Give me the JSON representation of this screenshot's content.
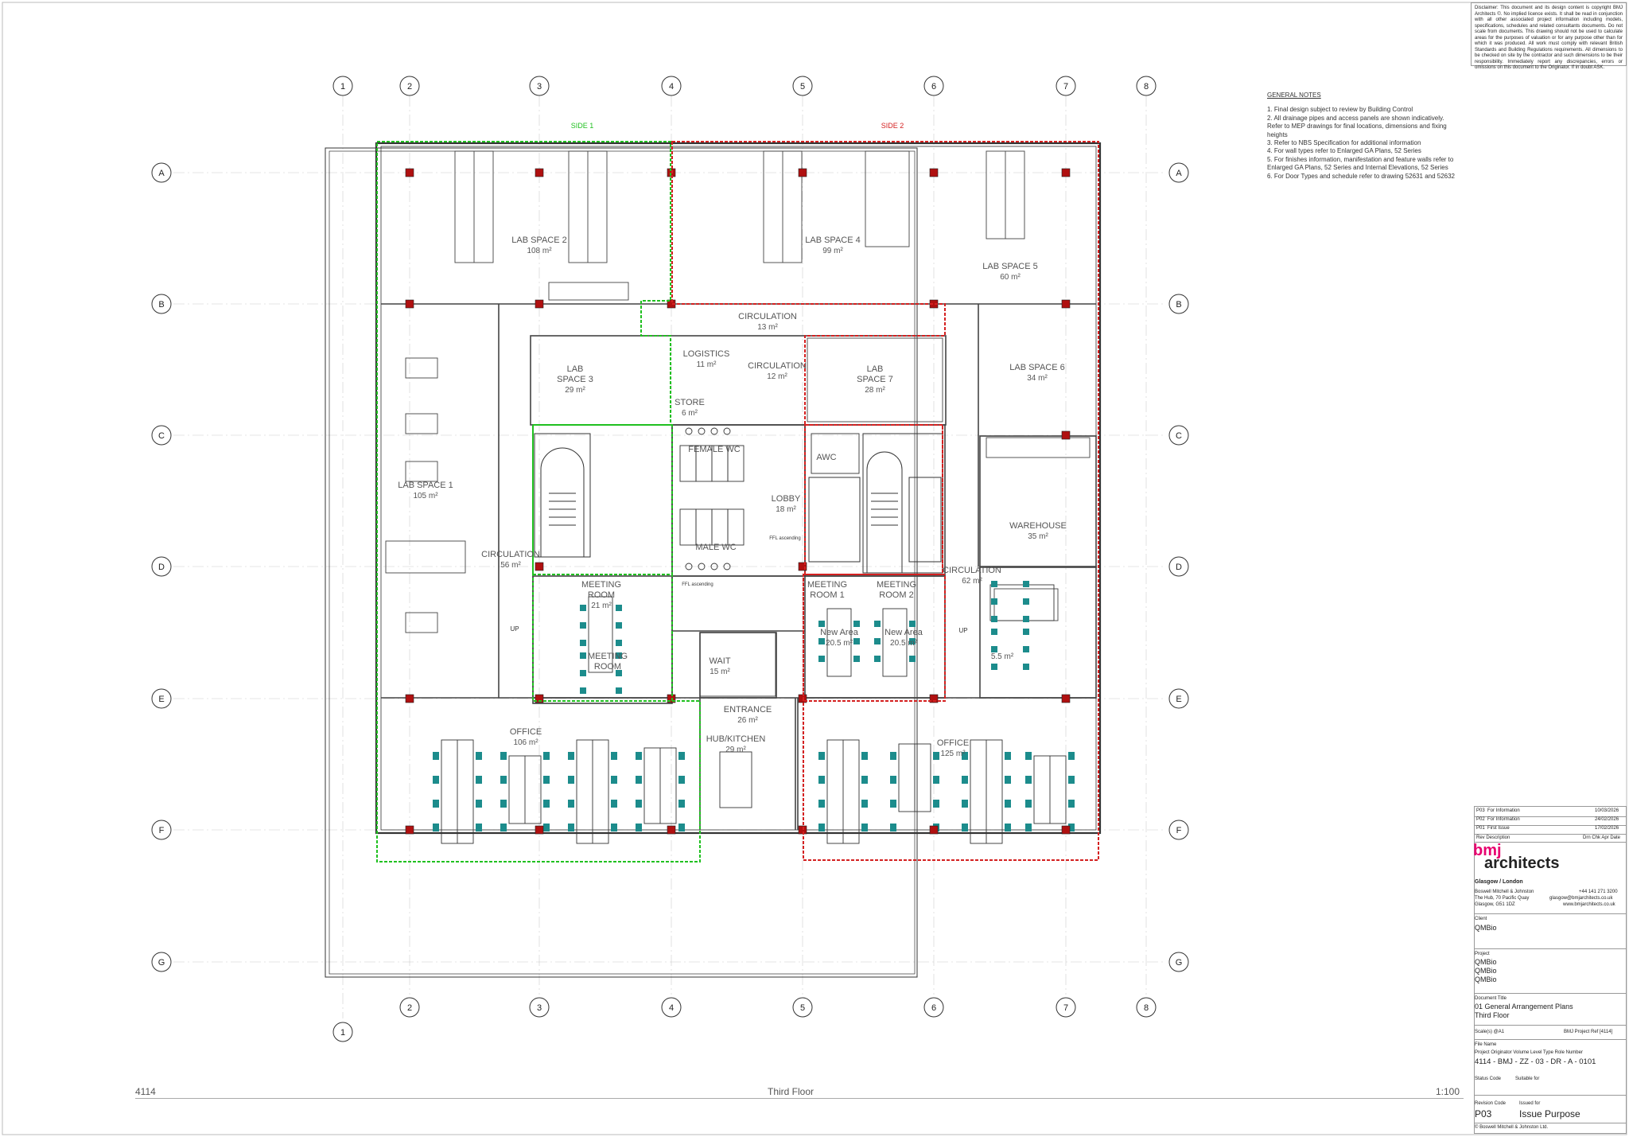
{
  "sheet": {
    "project_number": "4114",
    "drawing_title_footer": "Third Floor",
    "scale": "1:100"
  },
  "grid": {
    "columns": [
      "1",
      "2",
      "3",
      "4",
      "5",
      "6",
      "7",
      "8"
    ],
    "rows": [
      "A",
      "B",
      "C",
      "D",
      "E",
      "F",
      "G"
    ]
  },
  "zones": {
    "side1": "SIDE 1",
    "side2": "SIDE 2",
    "side1_color": "#20c020",
    "side2_color": "#d42020"
  },
  "rooms": [
    {
      "name": "LAB SPACE 2",
      "area": "108 m²"
    },
    {
      "name": "LAB SPACE 4",
      "area": "99 m²"
    },
    {
      "name": "LAB SPACE 5",
      "area": "60 m²"
    },
    {
      "name": "CIRCULATION",
      "area": "13 m²"
    },
    {
      "name": "LAB",
      "name2": "SPACE 3",
      "area": "29 m²"
    },
    {
      "name": "LOGISTICS",
      "area": "11 m²"
    },
    {
      "name": "CIRCULATION",
      "area": "12 m²"
    },
    {
      "name": "LAB",
      "name2": "SPACE 7",
      "area": "28 m²"
    },
    {
      "name": "LAB SPACE 6",
      "area": "34 m²"
    },
    {
      "name": "STORE",
      "area": "6 m²"
    },
    {
      "name": "LAB SPACE 1",
      "area": "105 m²"
    },
    {
      "name": "FEMALE WC",
      "area": ""
    },
    {
      "name": "AWC",
      "area": ""
    },
    {
      "name": "LOBBY",
      "area": "18 m²"
    },
    {
      "name": "WAREHOUSE",
      "area": "35 m²"
    },
    {
      "name": "MALE WC",
      "area": ""
    },
    {
      "name": "CIRCULATION",
      "area": "56 m²"
    },
    {
      "name": "CIRCULATION",
      "area": "62 m²"
    },
    {
      "name": "MEETING",
      "name2": "ROOM",
      "area": "21 m²"
    },
    {
      "name": "MEETING",
      "name2": "ROOM 1",
      "area": ""
    },
    {
      "name": "MEETING",
      "name2": "ROOM 2",
      "area": ""
    },
    {
      "name": "New Area",
      "area": "20.5 m²"
    },
    {
      "name": "New Area",
      "area": "20.5 m²"
    },
    {
      "name": "MEETING",
      "name2": "ROOM",
      "area": ""
    },
    {
      "name": "WAIT",
      "area": "15 m²"
    },
    {
      "name": "",
      "area": "5.5 m²"
    },
    {
      "name": "ENTRANCE",
      "area": "26 m²"
    },
    {
      "name": "HUB/KITCHEN",
      "area": "29 m²"
    },
    {
      "name": "OFFICE",
      "area": "106 m²"
    },
    {
      "name": "OFFICE",
      "area": "125 m²"
    }
  ],
  "annotations": {
    "up1": "UP",
    "up2": "UP",
    "ffl1": "FFL ascending",
    "ffl2": "FFL ascending"
  },
  "general_notes": {
    "heading": "GENERAL NOTES",
    "items": [
      "1. Final design subject to review by Building Control",
      "2. All drainage pipes and access panels are shown indicatively. Refer to MEP drawings for final locations, dimensions and fixing heights",
      "3. Refer to NBS Specification for additional information",
      "4. For wall types refer to Enlarged GA Plans, 52 Series",
      "5. For finishes information, manifestation and feature walls refer to Enlarged GA Plans, 52 Series and Internal Elevations, 52 Series",
      "6. For Door Types and schedule refer to drawing 52631 and 52632"
    ]
  },
  "disclaimer": "Disclaimer: This document and its design content is copyright BMJ Architects ©. No implied licence exists. It shall be read in conjunction with all other associated project information including models, specifications, schedules and related consultants documents. Do not scale from documents. This drawing should not be used to calculate areas for the purposes of valuation or for any purpose other than for which it was produced. All work must comply with relevant British Standards and Building Regulations requirements. All dimensions to be checked on site by the contractor and such dimensions to be their responsibility. Immediately report any discrepancies, errors or omissions on this document to the Originator. If in doubt ASK.",
  "revisions": {
    "rows": [
      {
        "rev": "P03",
        "desc": "For Information",
        "date": "10/03/2026"
      },
      {
        "rev": "P02",
        "desc": "For Information",
        "date": "24/02/2026"
      },
      {
        "rev": "P01",
        "desc": "First Issue",
        "date": "17/02/2026"
      }
    ],
    "header_left": "Rev  Description",
    "header_right": "Drn  Chk  Apr       Date"
  },
  "titleblock": {
    "logo_top": "bmj",
    "logo_bottom": "architects",
    "office": "Glasgow / London",
    "company": "Boswell Mitchell & Johnston",
    "address1": "The Hub, 70 Pacific Quay",
    "address2": "Glasgow, G51 1DZ",
    "phone": "+44 141 271 3200",
    "email": "glasgow@bmjarchitects.co.uk",
    "web": "www.bmjarchitects.co.uk",
    "client_label": "Client",
    "client": "QMBio",
    "project_label": "Project",
    "project": [
      "QMBio",
      "QMBio",
      "QMBio"
    ],
    "doc_title_label": "Document Title",
    "doc_title": [
      "01 General Arrangement Plans",
      "Third Floor"
    ],
    "scale_label": "Scale(s) @A1",
    "project_ref": "BMJ Project Ref [4114]",
    "file_name_label": "File Name",
    "file_fields": "Project  Originator  Volume  Level  Type  Role  Number",
    "file_name": "4114  -  BMJ  -  ZZ  -  03 - DR - A -  0101",
    "status_label": "Status Code",
    "suitable_label": "Suitable for",
    "revcode_label": "Revision Code",
    "issued_label": "Issued for",
    "revcode": "P03",
    "issued": "Issue Purpose",
    "copyright": "© Boswell Mitchell & Johnston Ltd."
  }
}
